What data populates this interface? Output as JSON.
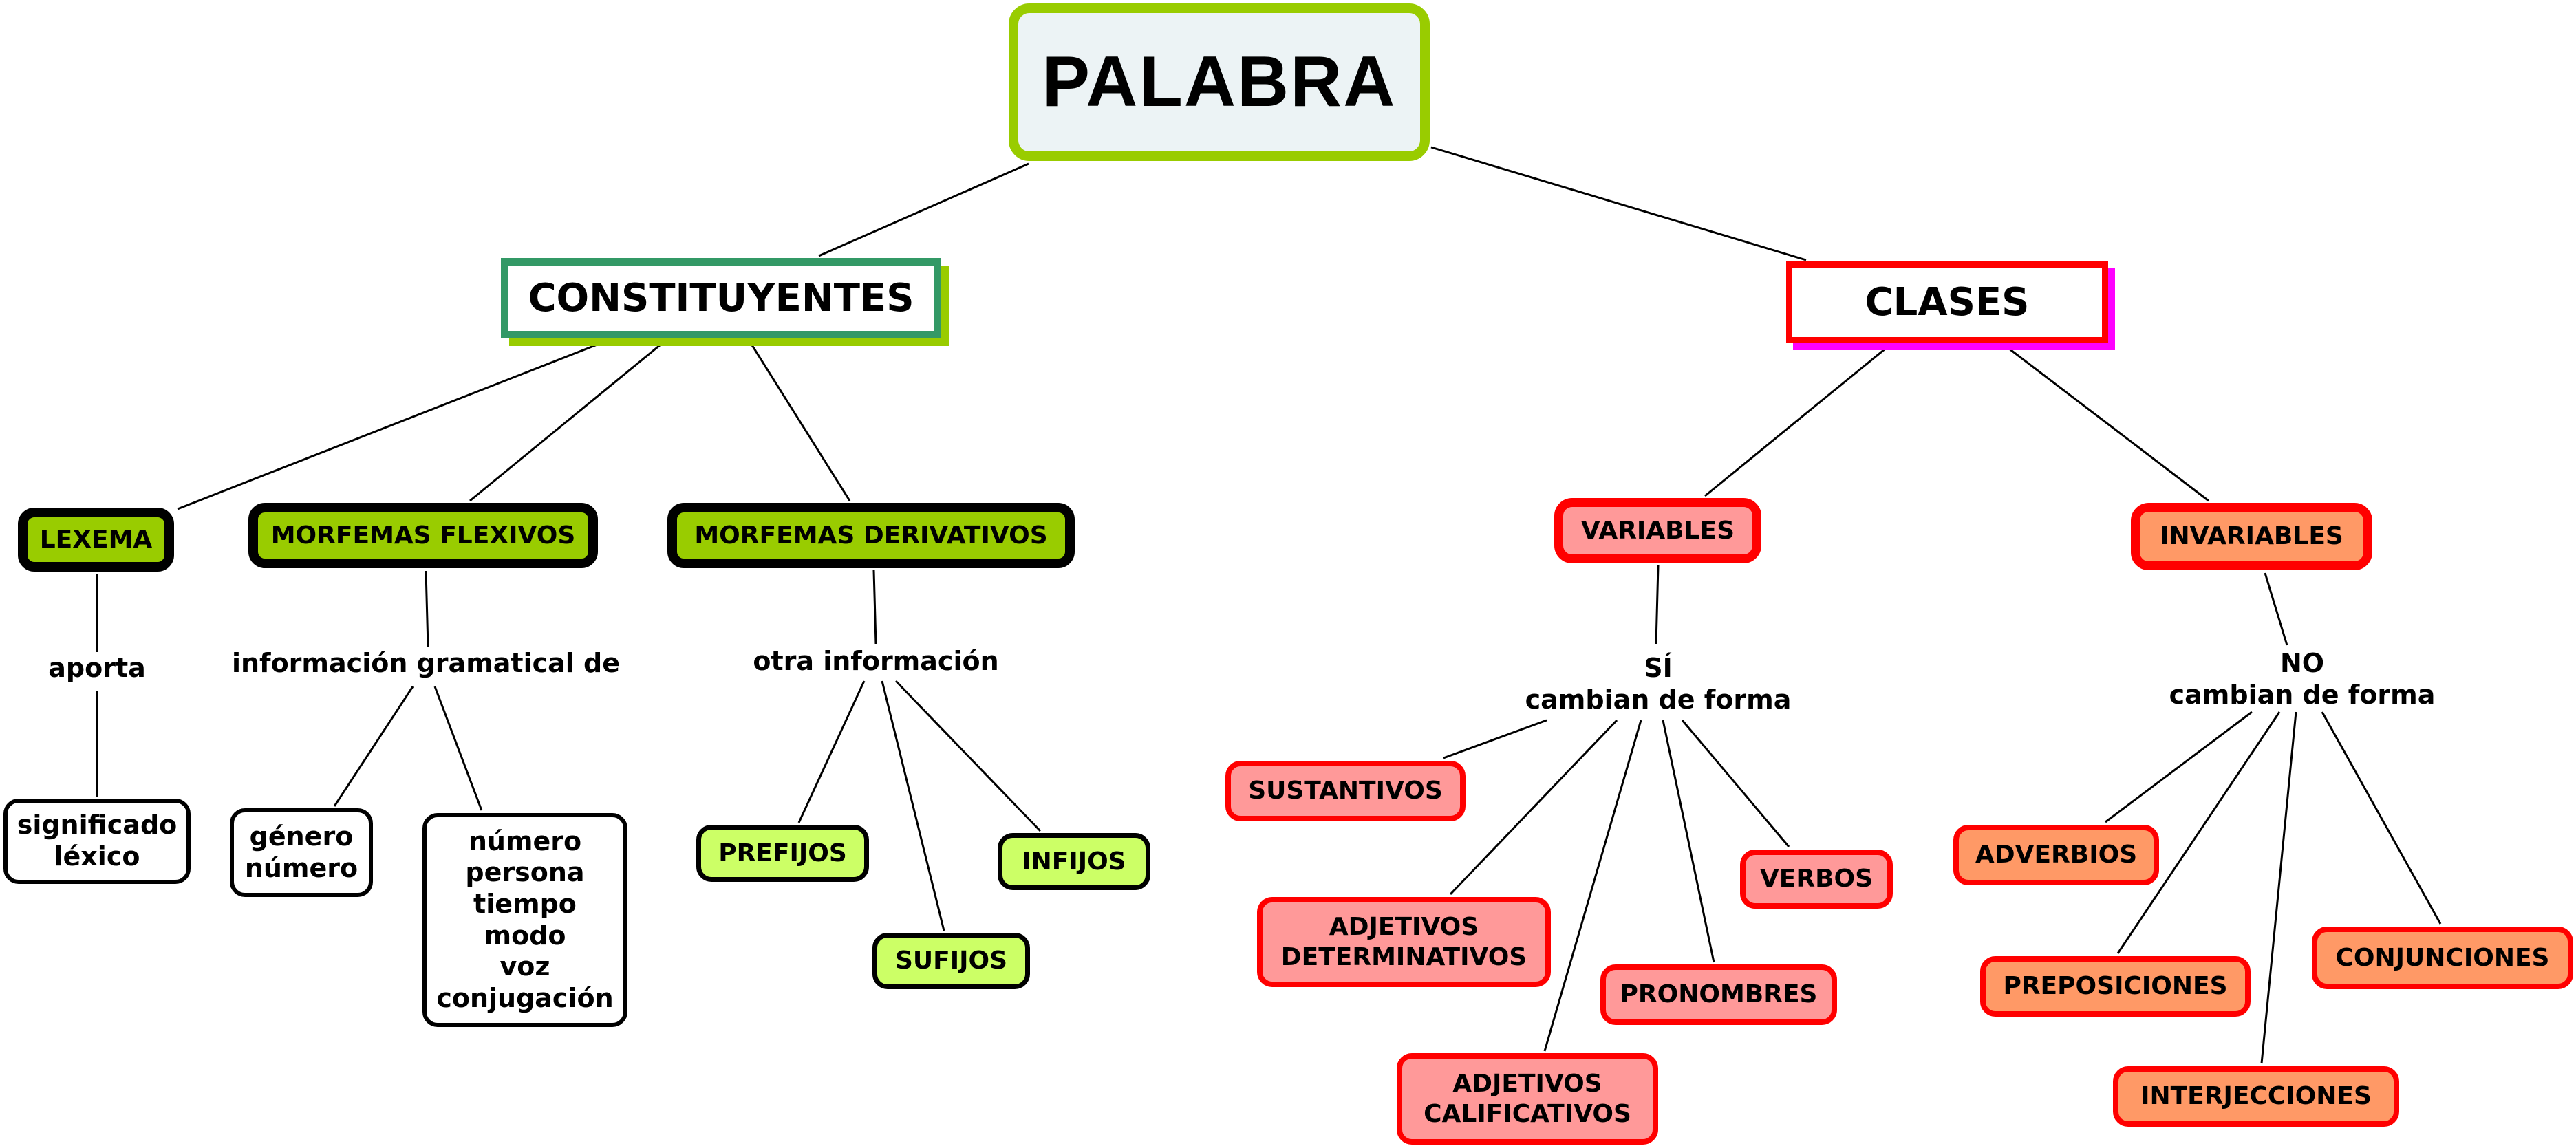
{
  "diagram": {
    "title": "PALABRA",
    "colors": {
      "root_border": "#99cc00",
      "root_fill": "#ecf3f5",
      "constituyentes_border": "#339966",
      "constituyentes_shadow": "#99cc00",
      "clases_border": "#ff0000",
      "clases_shadow": "#ff00ff",
      "morfema_fill": "#99cc00",
      "afijo_fill": "#ccff66",
      "variable_fill": "#ff9999",
      "invariable_fill": "#ff9966",
      "line": "#000000"
    },
    "nodes": [
      {
        "id": "palabra",
        "text": "PALABRA",
        "kind": "concept"
      },
      {
        "id": "constituyentes",
        "text": "CONSTITUYENTES",
        "kind": "concept"
      },
      {
        "id": "clases",
        "text": "CLASES",
        "kind": "concept"
      },
      {
        "id": "lexema",
        "text": "LEXEMA",
        "kind": "concept"
      },
      {
        "id": "morfemas-flexivos",
        "text": "MORFEMAS FLEXIVOS",
        "kind": "concept"
      },
      {
        "id": "morfemas-derivativos",
        "text": "MORFEMAS DERIVATIVOS",
        "kind": "concept"
      },
      {
        "id": "aporta",
        "text": "aporta",
        "kind": "linking-phrase"
      },
      {
        "id": "info-gramatical",
        "text": "información gramatical  de",
        "kind": "linking-phrase"
      },
      {
        "id": "otra-info",
        "text": "otra información",
        "kind": "linking-phrase"
      },
      {
        "id": "significado-lexico",
        "text": "significado\nléxico",
        "kind": "concept"
      },
      {
        "id": "genero-numero",
        "text": "género\nnúmero",
        "kind": "concept"
      },
      {
        "id": "numero-conjugacion",
        "text": "número\npersona\ntiempo\nmodo\nvoz\nconjugación",
        "kind": "concept"
      },
      {
        "id": "prefijos",
        "text": "PREFIJOS",
        "kind": "concept"
      },
      {
        "id": "sufijos",
        "text": "SUFIJOS",
        "kind": "concept"
      },
      {
        "id": "infijos",
        "text": "INFIJOS",
        "kind": "concept"
      },
      {
        "id": "variables",
        "text": "VARIABLES",
        "kind": "concept"
      },
      {
        "id": "invariables",
        "text": "INVARIABLES",
        "kind": "concept"
      },
      {
        "id": "si-cambian",
        "text": "SÍ\ncambian de forma",
        "kind": "linking-phrase"
      },
      {
        "id": "no-cambian",
        "text": "NO\ncambian de forma",
        "kind": "linking-phrase"
      },
      {
        "id": "sustantivos",
        "text": "SUSTANTIVOS",
        "kind": "concept"
      },
      {
        "id": "adjetivos-determinativos",
        "text": "ADJETIVOS\nDETERMINATIVOS",
        "kind": "concept"
      },
      {
        "id": "adjetivos-calificativos",
        "text": "ADJETIVOS\nCALIFICATIVOS",
        "kind": "concept"
      },
      {
        "id": "pronombres",
        "text": "PRONOMBRES",
        "kind": "concept"
      },
      {
        "id": "verbos",
        "text": "VERBOS",
        "kind": "concept"
      },
      {
        "id": "adverbios",
        "text": "ADVERBIOS",
        "kind": "concept"
      },
      {
        "id": "preposiciones",
        "text": "PREPOSICIONES",
        "kind": "concept"
      },
      {
        "id": "interjecciones",
        "text": "INTERJECCIONES",
        "kind": "concept"
      },
      {
        "id": "conjunciones",
        "text": "CONJUNCIONES",
        "kind": "concept"
      }
    ],
    "edges": [
      [
        "palabra",
        "constituyentes"
      ],
      [
        "palabra",
        "clases"
      ],
      [
        "constituyentes",
        "lexema"
      ],
      [
        "constituyentes",
        "morfemas-flexivos"
      ],
      [
        "constituyentes",
        "morfemas-derivativos"
      ],
      [
        "lexema",
        "aporta"
      ],
      [
        "aporta",
        "significado-lexico"
      ],
      [
        "morfemas-flexivos",
        "info-gramatical"
      ],
      [
        "info-gramatical",
        "genero-numero"
      ],
      [
        "info-gramatical",
        "numero-conjugacion"
      ],
      [
        "morfemas-derivativos",
        "otra-info"
      ],
      [
        "otra-info",
        "prefijos"
      ],
      [
        "otra-info",
        "sufijos"
      ],
      [
        "otra-info",
        "infijos"
      ],
      [
        "clases",
        "variables"
      ],
      [
        "clases",
        "invariables"
      ],
      [
        "variables",
        "si-cambian"
      ],
      [
        "si-cambian",
        "sustantivos"
      ],
      [
        "si-cambian",
        "adjetivos-determinativos"
      ],
      [
        "si-cambian",
        "adjetivos-calificativos"
      ],
      [
        "si-cambian",
        "pronombres"
      ],
      [
        "si-cambian",
        "verbos"
      ],
      [
        "invariables",
        "no-cambian"
      ],
      [
        "no-cambian",
        "adverbios"
      ],
      [
        "no-cambian",
        "preposiciones"
      ],
      [
        "no-cambian",
        "interjecciones"
      ],
      [
        "no-cambian",
        "conjunciones"
      ]
    ]
  }
}
